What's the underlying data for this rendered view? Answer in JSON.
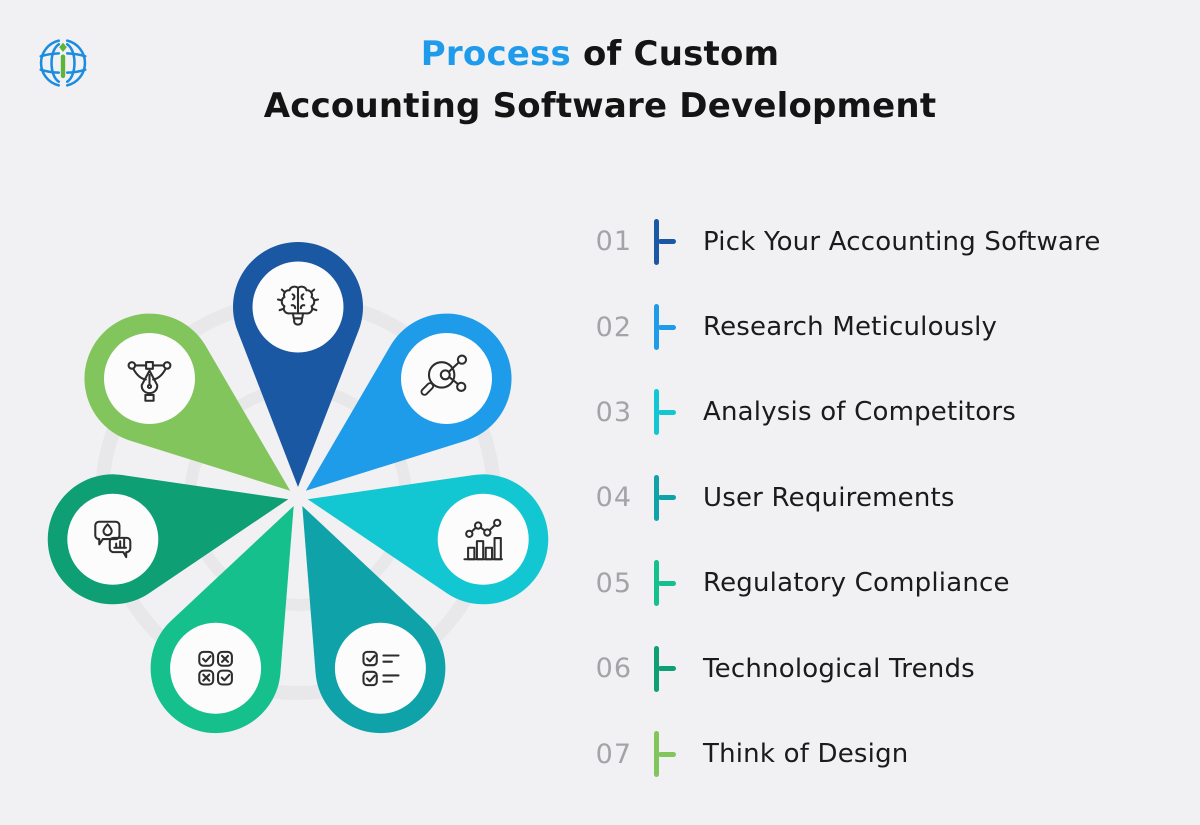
{
  "page": {
    "background": "#f1f1f3"
  },
  "logo": {
    "name": "globe-i-logo",
    "globe_color": "#1b8ce0",
    "i_color": "#5cb53a"
  },
  "title": {
    "highlight": "Process",
    "rest": " of Custom",
    "line2": "Accounting Software Development",
    "highlight_color": "#1e9bea",
    "text_color": "#141414"
  },
  "steps": [
    {
      "num": "01",
      "label": "Pick Your Accounting Software",
      "color": "#1a58a4",
      "icon": "idea-brain-icon"
    },
    {
      "num": "02",
      "label": "Research Meticulously",
      "color": "#1f9ce9",
      "icon": "research-magnifier-icon"
    },
    {
      "num": "03",
      "label": "Analysis of Competitors",
      "color": "#13c7d2",
      "icon": "analytics-chart-icon"
    },
    {
      "num": "04",
      "label": "User Requirements",
      "color": "#0fa3a9",
      "icon": "checklist-icon"
    },
    {
      "num": "05",
      "label": "Regulatory Compliance",
      "color": "#16c08c",
      "icon": "check-x-grid-icon"
    },
    {
      "num": "06",
      "label": "Technological Trends",
      "color": "#0f9f74",
      "icon": "trend-chat-icon"
    },
    {
      "num": "07",
      "label": "Think of Design",
      "color": "#83c55d",
      "icon": "pen-tool-icon"
    }
  ],
  "flower": {
    "inner_circle_color": "#fcfcfd",
    "icon_stroke_color": "#2d2d2d",
    "faint_ring_color": "#e8e8ea",
    "number_color": "#a4a4a8"
  }
}
